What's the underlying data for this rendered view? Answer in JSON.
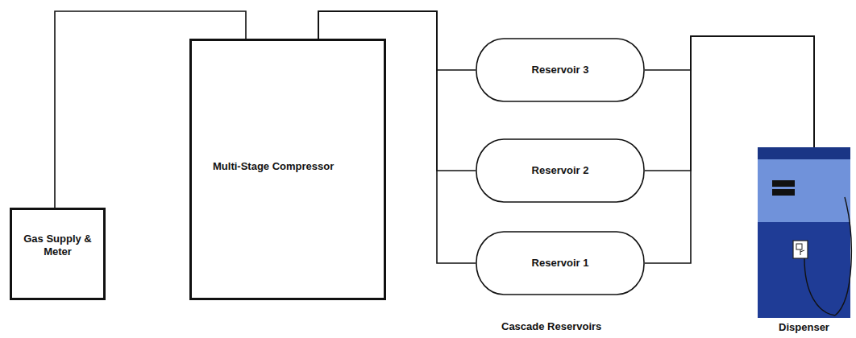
{
  "diagram": {
    "nodes": [
      {
        "text": [
          "Gas Supply & Meter"
        ]
      },
      {
        "text": [
          "Multi-Stage Compressor"
        ]
      },
      {
        "text": [
          "Reservoir 3"
        ]
      },
      {
        "text": [
          "Reservoir 2"
        ]
      },
      {
        "text": [
          "Reservoir 1"
        ]
      },
      {
        "text": [
          "Dispenser"
        ]
      }
    ],
    "edges": [
      {
        "from": 0,
        "to": 1,
        "arrow": "none"
      },
      {
        "from": 1,
        "to": 2,
        "arrow": "none"
      },
      {
        "from": 1,
        "to": 3,
        "arrow": "none"
      },
      {
        "from": 1,
        "to": 4,
        "arrow": "none"
      },
      {
        "from": 2,
        "to": 5,
        "arrow": "none"
      },
      {
        "from": 3,
        "to": 5,
        "arrow": "none"
      },
      {
        "from": 4,
        "to": 5,
        "arrow": "none"
      }
    ],
    "labels": [
      "Cascade Reservoirs"
    ]
  }
}
